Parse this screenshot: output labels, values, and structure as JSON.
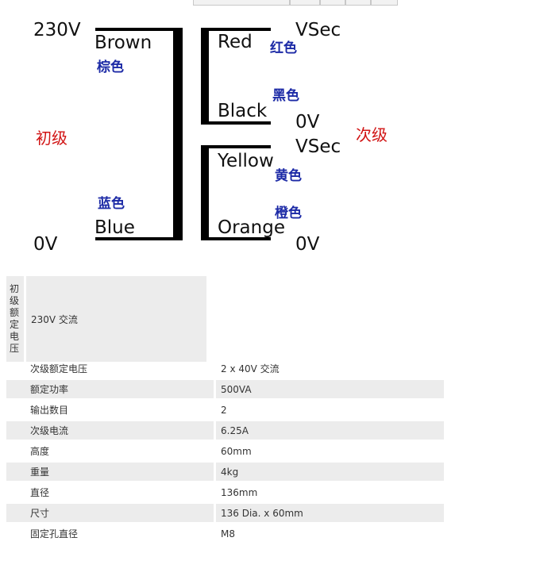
{
  "diagram": {
    "primary": {
      "voltage_top": "230V",
      "voltage_bottom": "0V",
      "label_cn": "初级",
      "wire_top_en": "Brown",
      "wire_top_cn": "棕色",
      "wire_bottom_en": "Blue",
      "wire_bottom_cn": "蓝色"
    },
    "secondary": {
      "label_cn": "次级",
      "winding1": {
        "wire_top_en": "Red",
        "wire_top_cn": "红色",
        "wire_bottom_en": "Black",
        "wire_bottom_cn": "黑色",
        "voltage_top": "VSec",
        "voltage_bottom": "0V"
      },
      "winding2": {
        "wire_top_en": "Yellow",
        "wire_top_cn": "黄色",
        "wire_bottom_en": "Orange",
        "wire_bottom_cn": "橙色",
        "voltage_top": "VSec",
        "voltage_bottom": "0V"
      }
    },
    "colors": {
      "label_blue": "#1c2aa6",
      "label_red": "#d11414",
      "line": "#000000"
    }
  },
  "spec_table": {
    "rows": [
      {
        "key": "初级额定电压",
        "value": "230V 交流"
      },
      {
        "key": "次级额定电压",
        "value": "2 x 40V 交流"
      },
      {
        "key": "额定功率",
        "value": "500VA"
      },
      {
        "key": "输出数目",
        "value": "2"
      },
      {
        "key": "次级电流",
        "value": "6.25A"
      },
      {
        "key": "高度",
        "value": "60mm"
      },
      {
        "key": "重量",
        "value": "4kg"
      },
      {
        "key": "直径",
        "value": "136mm"
      },
      {
        "key": "尺寸",
        "value": "136 Dia. x 60mm"
      },
      {
        "key": "固定孔直径",
        "value": "M8"
      }
    ]
  }
}
